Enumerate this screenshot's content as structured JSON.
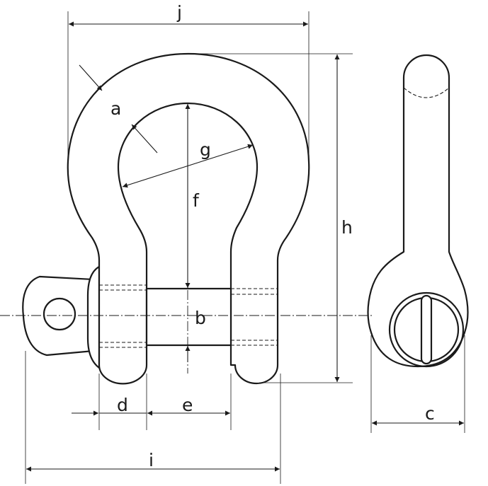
{
  "labels": {
    "a": "a",
    "b": "b",
    "c": "c",
    "d": "d",
    "e": "e",
    "f": "f",
    "g": "g",
    "h": "h",
    "i": "i",
    "j": "j"
  },
  "colors": {
    "line": "#1a1a1a",
    "background": "#ffffff"
  }
}
